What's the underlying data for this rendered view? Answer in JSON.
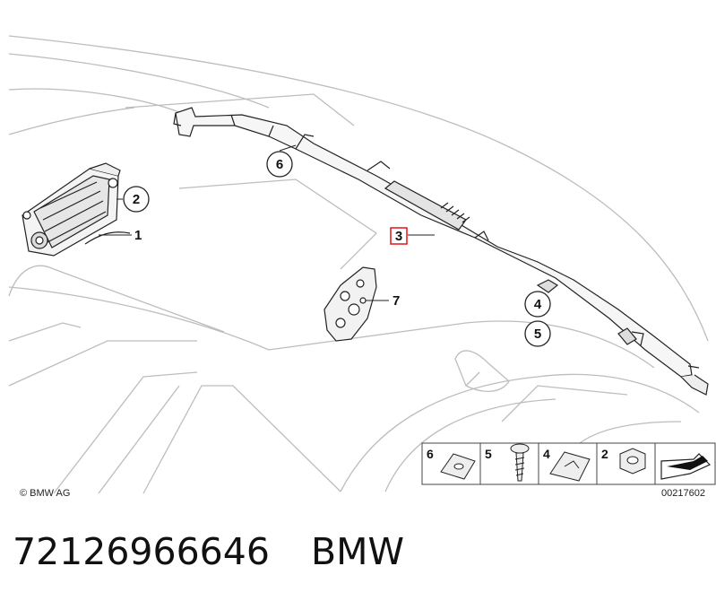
{
  "diagram": {
    "copyright": "© BMW AG",
    "figure_code": "00217602",
    "callouts": {
      "c1": "1",
      "c2": "2",
      "c3": "3",
      "c4": "4",
      "c5": "5",
      "c6": "6",
      "c7": "7"
    },
    "legend": {
      "n6": "6",
      "n5": "5",
      "n4": "4",
      "n2": "2"
    },
    "highlight_color": "#e8101a"
  },
  "caption": {
    "part_number": "72126966646",
    "brand": "BMW"
  }
}
